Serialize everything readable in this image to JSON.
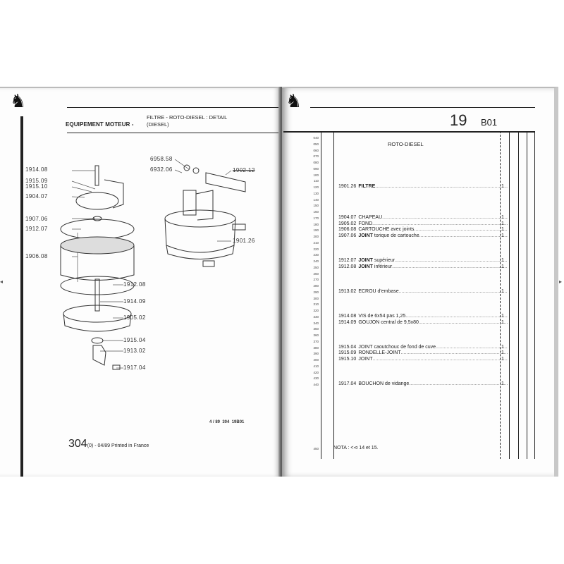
{
  "left_page": {
    "header_main": "EQUIPEMENT MOTEUR -",
    "header_sub_1": "FILTRE - ROTO-DIESEL : DETAIL",
    "header_sub_2": "(DIESEL)",
    "diagram_labels": [
      "1914.08",
      "1915.09",
      "1915.10",
      "1904.07",
      "1907.06",
      "1912.07",
      "1906.08",
      "1912.08",
      "1914.09",
      "1905.02",
      "1915.04",
      "1913.02",
      "1917.04",
      "6958.58",
      "6932.06",
      "1902.12",
      "1901.26"
    ],
    "reference": "4 / 89  304  19B01",
    "footer_model": "304",
    "footer_rest": "(0) - 04/89 Printed in France"
  },
  "right_page": {
    "page_number": "19",
    "section_code": "B01",
    "table_title": "ROTO-DIESEL",
    "line_numbers": [
      "040",
      "050",
      "060",
      "070",
      "080",
      "090",
      "100",
      "110",
      "120",
      "130",
      "140",
      "150",
      "160",
      "170",
      "180",
      "190",
      "200",
      "210",
      "220",
      "230",
      "240",
      "250",
      "260",
      "270",
      "280",
      "290",
      "300",
      "310",
      "320",
      "330",
      "340",
      "350",
      "360",
      "370",
      "380",
      "390",
      "400",
      "410",
      "420",
      "430",
      "440"
    ],
    "last_line_number": "450",
    "entries": [
      {
        "line": 120,
        "ref": "1901.26",
        "name": "FILTRE",
        "bold": true,
        "desc": "",
        "qty": "1"
      },
      {
        "line": 170,
        "ref": "1904.07",
        "name": "CHAPEAU",
        "bold": false,
        "desc": "",
        "qty": "1"
      },
      {
        "line": 180,
        "ref": "1905.02",
        "name": "FOND",
        "bold": false,
        "desc": "",
        "qty": "1"
      },
      {
        "line": 190,
        "ref": "1906.08",
        "name": "CARTOUCHE",
        "bold": false,
        "desc": " avec joints",
        "qty": "1"
      },
      {
        "line": 200,
        "ref": "1907.06",
        "name": "JOINT",
        "bold": true,
        "desc": " torique de cartouche",
        "qty": "1"
      },
      {
        "line": 240,
        "ref": "1912.07",
        "name": "JOINT",
        "bold": true,
        "desc": " supérieur",
        "qty": "1"
      },
      {
        "line": 250,
        "ref": "1912.08",
        "name": "JOINT",
        "bold": true,
        "desc": " inférieur",
        "qty": "1"
      },
      {
        "line": 290,
        "ref": "1913.02",
        "name": "ECROU",
        "bold": false,
        "desc": " d'embase",
        "qty": "1"
      },
      {
        "line": 330,
        "ref": "1914.08",
        "name": "VIS",
        "bold": false,
        "desc": " de 6x54 pas 1,25",
        "qty": "1"
      },
      {
        "line": 340,
        "ref": "1914.09",
        "name": "GOUJON",
        "bold": false,
        "desc": " central de 9,5x80",
        "qty": "1"
      },
      {
        "line": 380,
        "ref": "1915.04",
        "name": "JOINT",
        "bold": false,
        "desc": " caoutchouc de fond de cuve",
        "qty": "1"
      },
      {
        "line": 390,
        "ref": "1915.09",
        "name": "RONDELLE-JOINT",
        "bold": false,
        "desc": "",
        "qty": "1"
      },
      {
        "line": 400,
        "ref": "1915.10",
        "name": "JOINT",
        "bold": false,
        "desc": "",
        "qty": "1"
      },
      {
        "line": 440,
        "ref": "1917.04",
        "name": "BOUCHON",
        "bold": false,
        "desc": " de vidange",
        "qty": "1"
      }
    ],
    "nota_label": "NOTA :",
    "nota_symbol": "<⊲",
    "nota_text": "14 et 15."
  },
  "viewer": {
    "prev_icon": "chevron-left-icon",
    "next_icon": "chevron-right-icon"
  }
}
